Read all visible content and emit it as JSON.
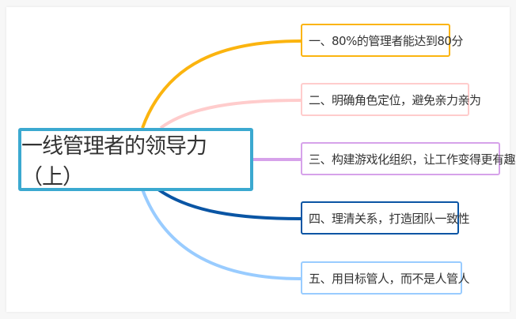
{
  "root": {
    "label": "一线管理者的领导力（上）",
    "color": "#3ba9d0"
  },
  "branches": [
    {
      "label": "一、80%的管理者能达到80分",
      "color": "#fbb40f"
    },
    {
      "label": "二、明确角色定位，避免亲力亲为",
      "color": "#ffcccc"
    },
    {
      "label": "三、构建游戏化组织，让工作变得更有趣",
      "color": "#d6a2ea"
    },
    {
      "label": "四、理清关系，打造团队一致性",
      "color": "#0a55a4"
    },
    {
      "label": "五、用目标管人，而不是人管人",
      "color": "#99ccff"
    }
  ]
}
